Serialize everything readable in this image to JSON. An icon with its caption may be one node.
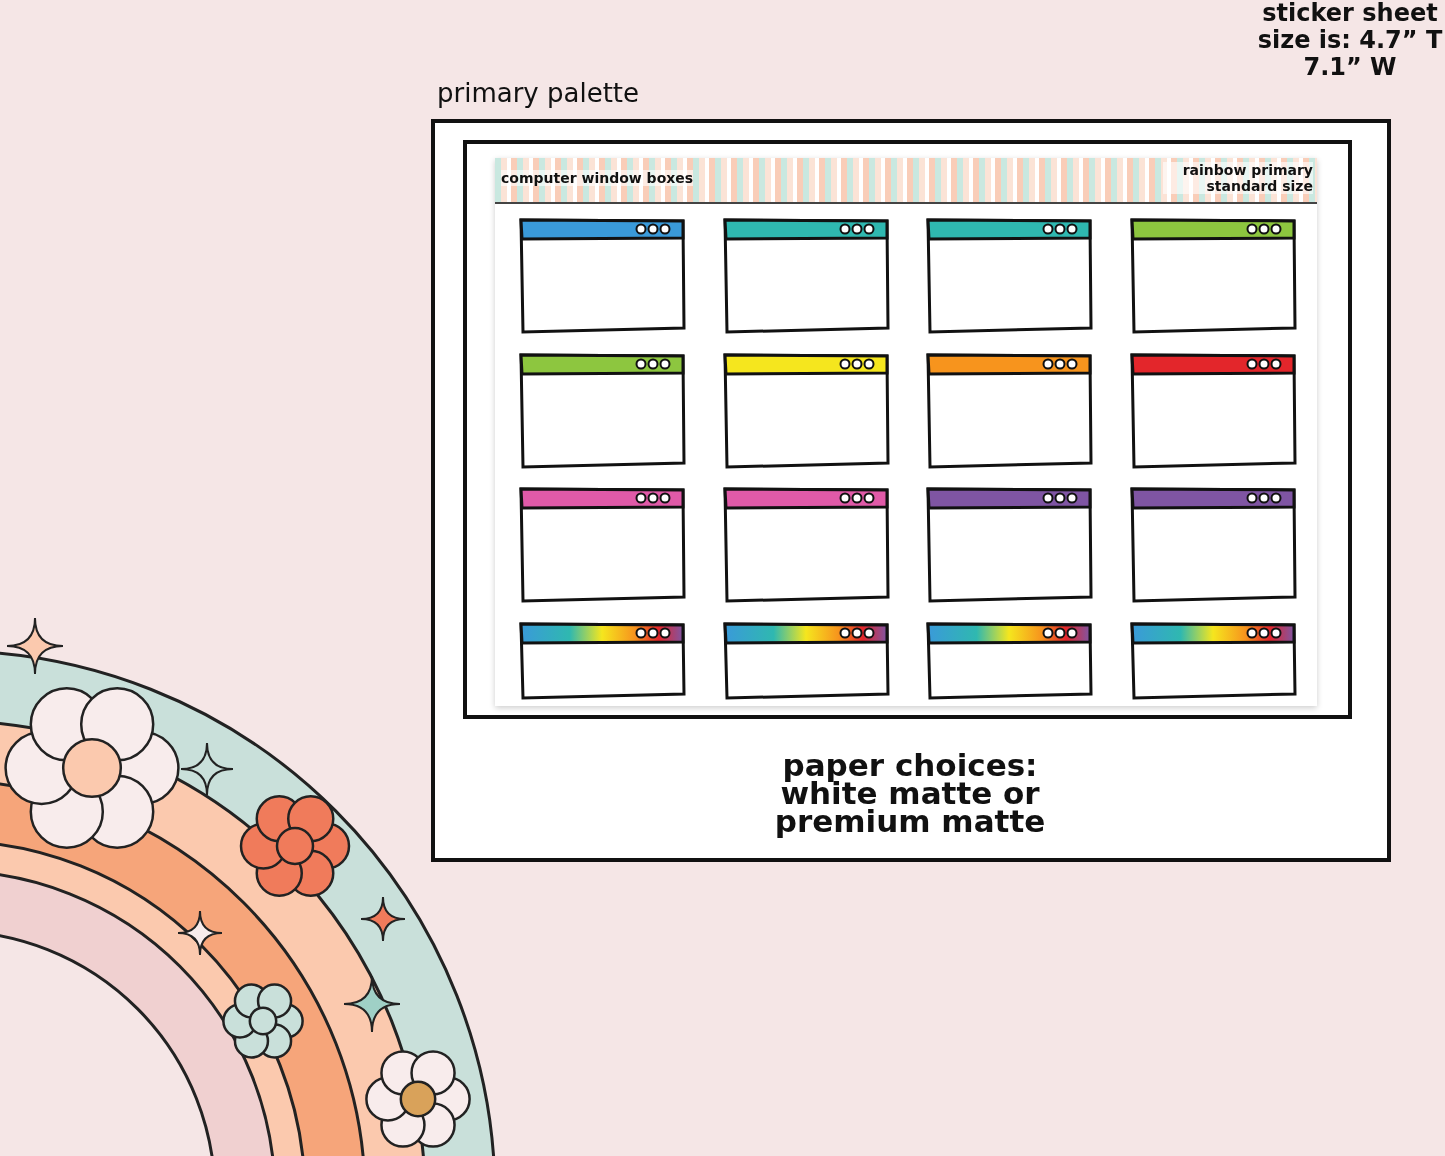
{
  "diagram": {
    "nodes": [
      {
        "text": [
          "primary palette",
          "paper choices: white matte or premium matte"
        ]
      },
      {
        "text": [
          "computer window boxes",
          "rainbow primary standard size"
        ],
        "in": 0
      }
    ],
    "labels": [
      "sticker sheet size is: 4.7” T 7.1” W"
    ]
  }
}
